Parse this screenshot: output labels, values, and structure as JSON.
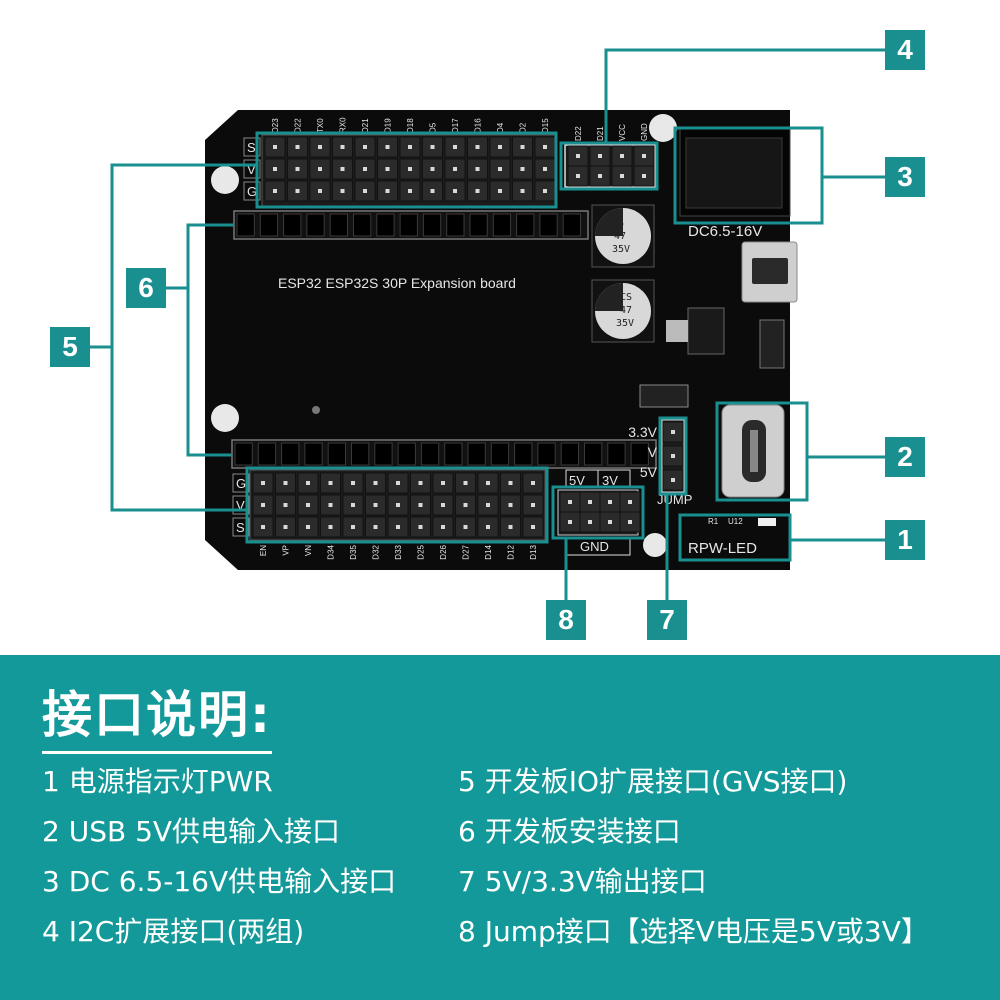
{
  "board": {
    "title": "ESP32 ESP32S 30P Expansion board",
    "top_row_labels": [
      "D23",
      "D22",
      "TX0",
      "RX0",
      "D21",
      "D19",
      "D18",
      "D5",
      "D17",
      "D16",
      "D4",
      "D2",
      "D15"
    ],
    "bottom_row_labels": [
      "EN",
      "VP",
      "VN",
      "D34",
      "D35",
      "D32",
      "D33",
      "D25",
      "D26",
      "D27",
      "D14",
      "D12",
      "D13"
    ],
    "side_labels_top": [
      "S",
      "V",
      "G"
    ],
    "side_labels_bottom": [
      "G",
      "V",
      "S"
    ],
    "i2c_labels": [
      "D22",
      "D21",
      "VCC",
      "GND"
    ],
    "dc_label": "DC6.5-16V",
    "led_label": "RPW-LED",
    "led_parts": [
      "R1",
      "U12"
    ],
    "cap_text": [
      "CS",
      "47",
      "35V"
    ],
    "voltage_labels": [
      "3.3V",
      "V",
      "5V"
    ],
    "jump_label": "JUMP",
    "gnd_header_labels": [
      "5V",
      "3V"
    ],
    "gnd_label": "GND"
  },
  "callouts": [
    "1",
    "2",
    "3",
    "4",
    "5",
    "6",
    "7",
    "8"
  ],
  "panel": {
    "title": "接口说明:",
    "items_left": [
      "1 电源指示灯PWR",
      "2 USB 5V供电输入接口",
      "3 DC 6.5-16V供电输入接口",
      "4 I2C扩展接口(两组)"
    ],
    "items_right": [
      "5 开发板IO扩展接口(GVS接口)",
      "6 开发板安装接口",
      "7 5V/3.3V输出接口",
      "8 Jump接口【选择V电压是5V或3V】"
    ]
  },
  "colors": {
    "accent": "#1a8f8f",
    "panel": "#14999a",
    "board": "#0b0b0b"
  }
}
